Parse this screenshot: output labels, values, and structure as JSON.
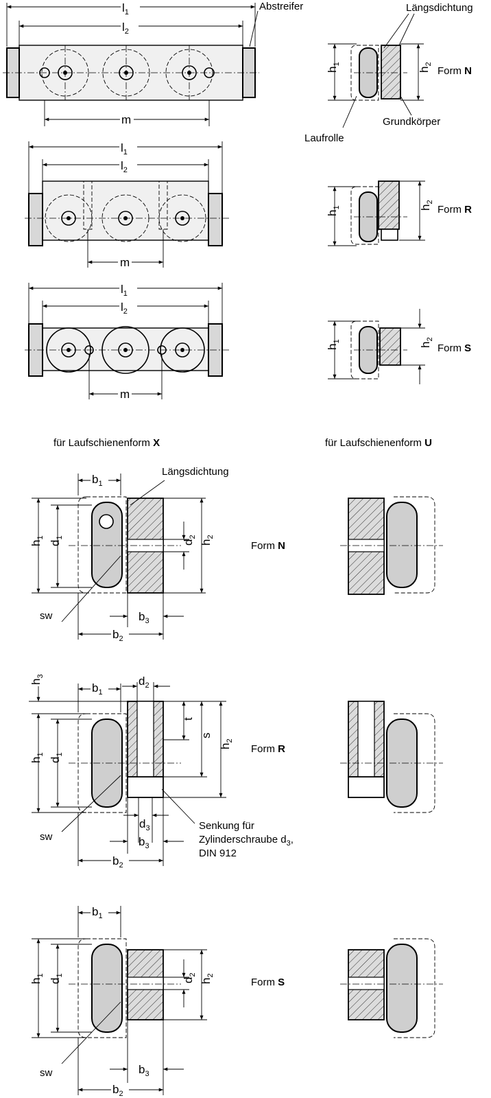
{
  "labels": {
    "abstreifer": "Abstreifer",
    "laengsdichtung": "Längsdichtung",
    "laufrolle": "Laufrolle",
    "grundkoerper": "Grundkörper",
    "form_word": "Form",
    "form_n": "N",
    "form_r": "R",
    "form_s": "S",
    "section_x_prefix": "für Laufschienenform",
    "section_x_letter": "X",
    "section_u_prefix": "für Laufschienenform",
    "section_u_letter": "U",
    "sw": "sw",
    "senkung_line1": "Senkung für",
    "senkung_line2": "Zylinderschraube d",
    "senkung_line2_sub": "3",
    "senkung_line2_end": ",",
    "senkung_line3": "DIN 912"
  },
  "dims": {
    "l": "l",
    "m": "m",
    "h": "h",
    "b": "b",
    "d": "d",
    "s": "s",
    "t": "t",
    "sub1": "1",
    "sub2": "2",
    "sub3": "3"
  },
  "icons": {
    "roller": "roller-wheel-icon",
    "hatch": "section-hatch-pattern"
  }
}
